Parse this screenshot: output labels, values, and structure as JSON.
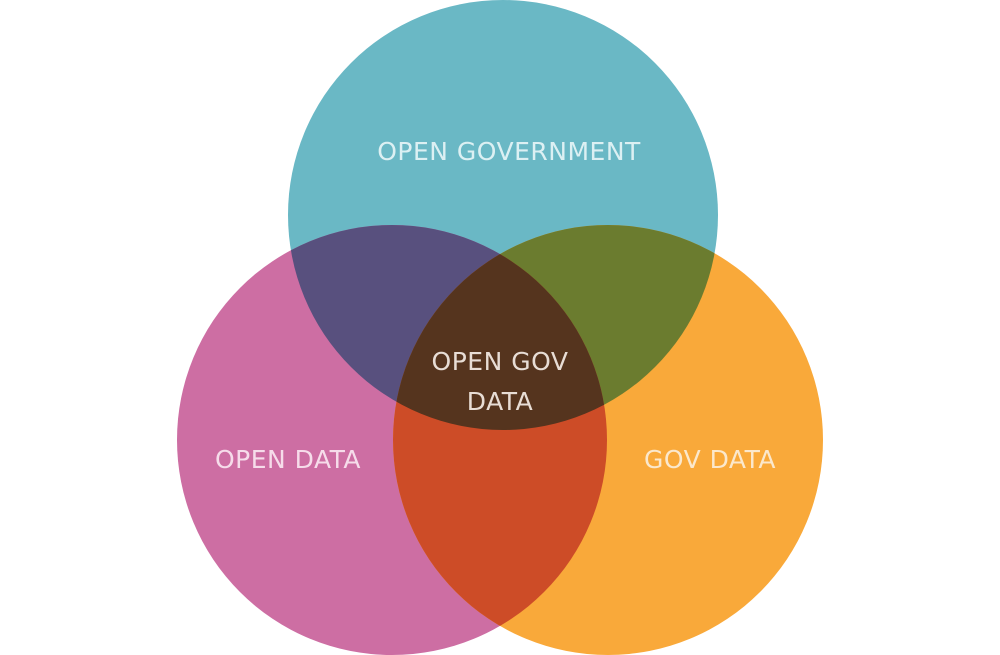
{
  "diagram": {
    "type": "venn",
    "sets": [
      {
        "id": "top",
        "label": "OPEN GOVERNMENT",
        "color": "#6ab8c5",
        "text_color": "#dcf0f3"
      },
      {
        "id": "left",
        "label": "OPEN DATA",
        "color": "#cd6ea3",
        "text_color": "#f6dcea"
      },
      {
        "id": "right",
        "label": "GOV DATA",
        "color": "#f9a93a",
        "text_color": "#fbe8cc"
      }
    ],
    "intersections": {
      "top_left": {
        "color": "#58507e"
      },
      "top_right": {
        "color": "#6b7c2f"
      },
      "left_right": {
        "color": "#cd4c27"
      },
      "center": {
        "label_line1": "OPEN GOV",
        "label_line2": "DATA",
        "color": "#55341e",
        "text_color": "#e8ddd5"
      }
    }
  }
}
